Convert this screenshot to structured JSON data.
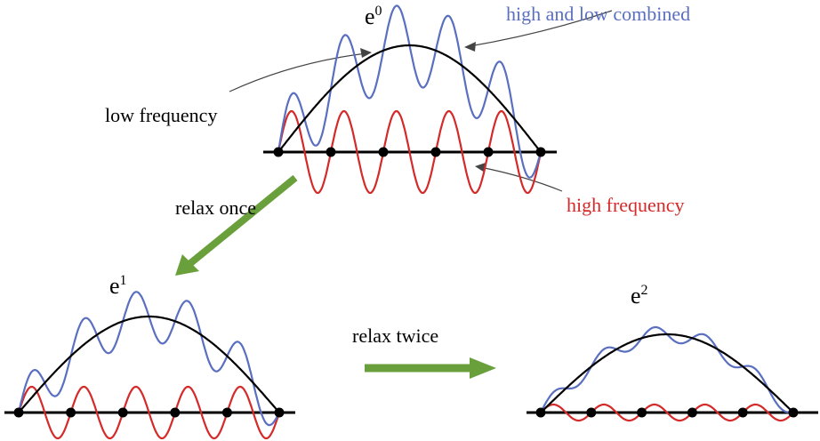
{
  "labels": {
    "e0_base": "e",
    "e0_sup": "0",
    "e1_base": "e",
    "e1_sup": "1",
    "e2_base": "e",
    "e2_sup": "2",
    "combined": "high and low combined",
    "low": "low frequency",
    "high": "high frequency",
    "relax_once": "relax once",
    "relax_twice": "relax twice"
  },
  "colors": {
    "low": "#000000",
    "high": "#d42a2a",
    "combined": "#5a6fc0",
    "arrow": "#6aa03c",
    "annotation": "#444444"
  },
  "stages": [
    {
      "name": "e0",
      "high_amplitude_ratio": 1.0,
      "oscillations": 5
    },
    {
      "name": "e1",
      "high_amplitude_ratio": 0.55,
      "oscillations": 5
    },
    {
      "name": "e2",
      "high_amplitude_ratio": 0.22,
      "oscillations": 5
    }
  ]
}
